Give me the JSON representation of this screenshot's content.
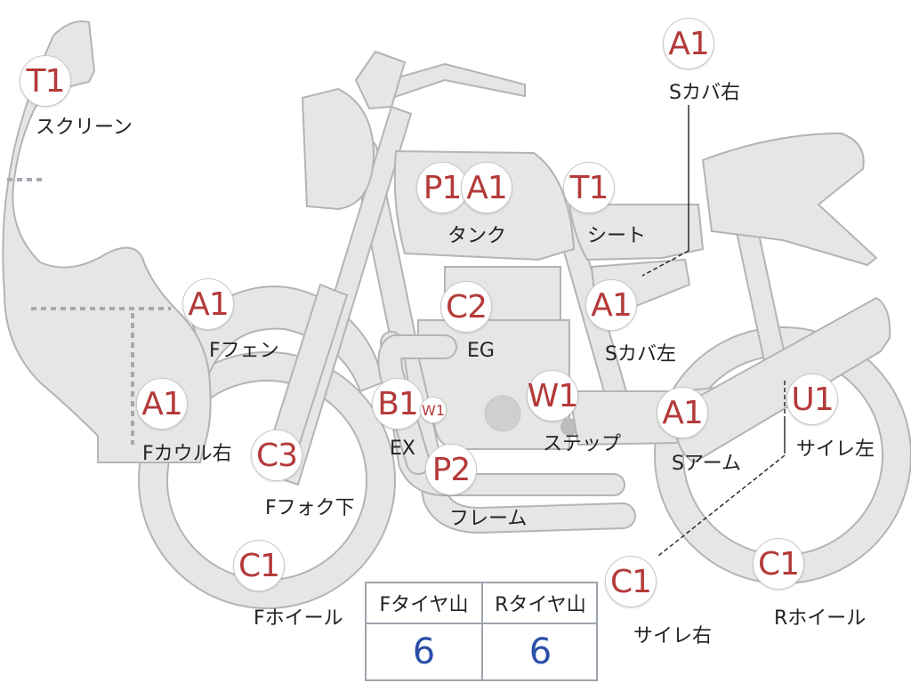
{
  "parts": [
    {
      "id": "screen",
      "grade": "T1",
      "label": "スクリーン"
    },
    {
      "id": "tank",
      "grade": "P1",
      "grade2": "A1",
      "label": "タンク"
    },
    {
      "id": "seat",
      "grade": "T1",
      "label": "シート"
    },
    {
      "id": "side-cover-right",
      "grade": "A1",
      "label": "Sカバ右"
    },
    {
      "id": "front-fender",
      "grade": "A1",
      "label": "Fフェン"
    },
    {
      "id": "engine",
      "grade": "C2",
      "label": "EG"
    },
    {
      "id": "side-cover-left",
      "grade": "A1",
      "label": "Sカバ左"
    },
    {
      "id": "front-cowl-right",
      "grade": "A1",
      "label": "Fカウル右"
    },
    {
      "id": "exhaust",
      "grade": "B1",
      "grade2": "W1",
      "label": "EX"
    },
    {
      "id": "step",
      "grade": "W1",
      "label": "ステップ"
    },
    {
      "id": "swing-arm",
      "grade": "A1",
      "label": "Sアーム"
    },
    {
      "id": "muffler-left",
      "grade": "U1",
      "label": "サイレ左"
    },
    {
      "id": "front-fork-lower",
      "grade": "C3",
      "label": "Fフォク下"
    },
    {
      "id": "frame",
      "grade": "P2",
      "label": "フレーム"
    },
    {
      "id": "front-wheel",
      "grade": "C1",
      "label": "Fホイール"
    },
    {
      "id": "muffler-right",
      "grade": "C1",
      "label": "サイレ右"
    },
    {
      "id": "rear-wheel",
      "grade": "C1",
      "label": "Rホイール"
    }
  ],
  "tire_table": {
    "front": {
      "header": "Fタイヤ山",
      "value": "6"
    },
    "rear": {
      "header": "Rタイヤ山",
      "value": "6"
    }
  },
  "colors": {
    "grade_text": "#b43a3a",
    "tire_value": "#2b4fa8",
    "part_fill": "#e6e6e4",
    "part_outline": "#b4b4b4",
    "dotted_division": "#a3a9b1"
  }
}
